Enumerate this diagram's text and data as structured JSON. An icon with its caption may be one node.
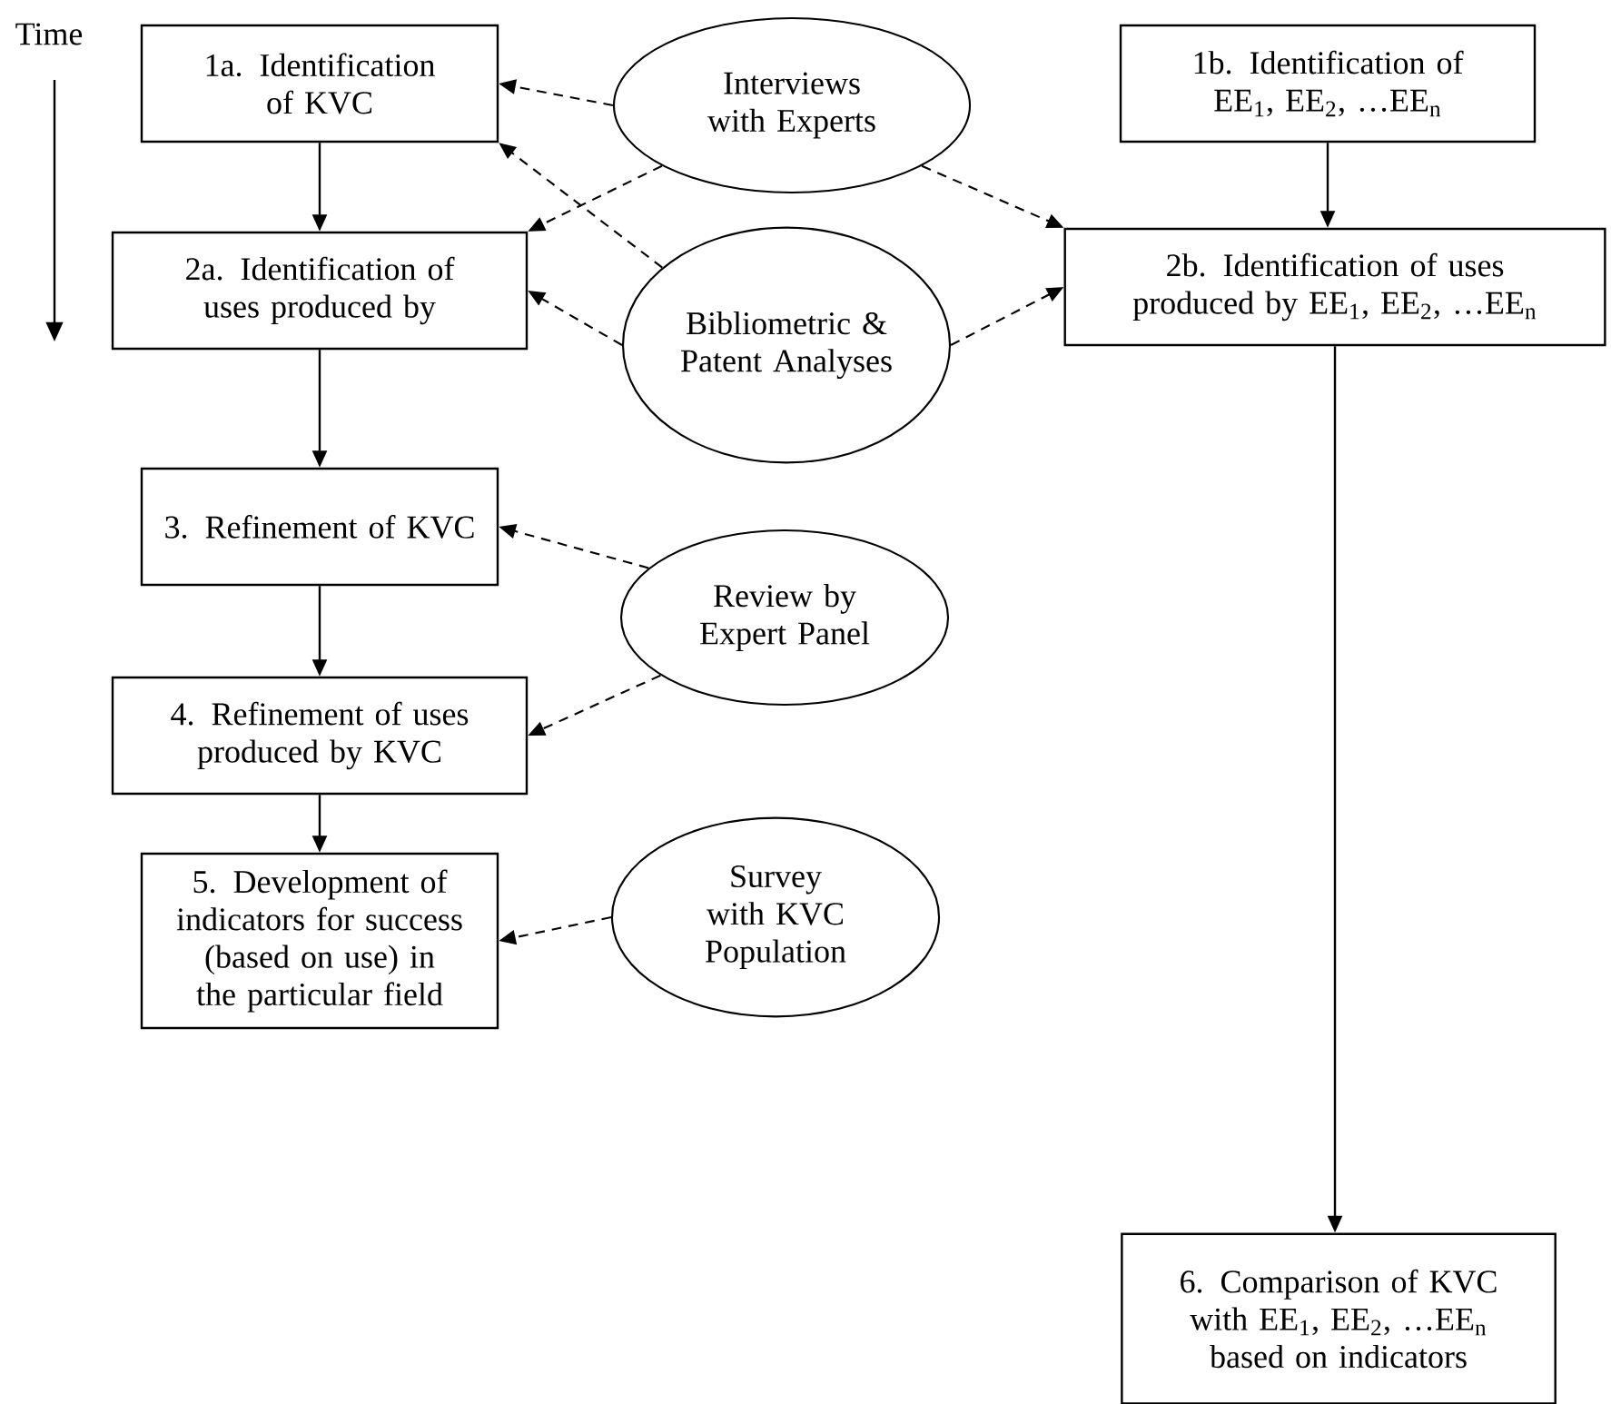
{
  "diagram": {
    "nodes": [
      {
        "text": [
          "1a. Identification of KVC"
        ]
      },
      {
        "text": [
          "2a. Identification of uses produced by"
        ]
      },
      {
        "text": [
          "Interviews with Experts"
        ]
      },
      {
        "text": [
          "Bibliometric & Patent Analyses"
        ]
      },
      {
        "text": [
          "1b. Identification of EE$_{1}$, EE$_{2}$, …EE$_{n}$"
        ]
      },
      {
        "text": [
          "2b. Identification of uses produced by EE$_{1}$, EE$_{2}$, …EE$_{n}$"
        ]
      },
      {
        "text": [
          "3. Refinement of KVC"
        ]
      },
      {
        "text": [
          "Review by Expert Panel"
        ]
      },
      {
        "text": [
          "4. Refinement of uses produced by KVC"
        ]
      },
      {
        "text": [
          "5. Development of indicators for success (based on use) in the particular field"
        ]
      },
      {
        "text": [
          "Survey with KVC Population"
        ]
      },
      {
        "text": [
          "6. Comparison of KVC with EE$_{1}$, EE$_{2}$, …EE$_{n}$ based on indicators"
        ]
      }
    ],
    "edges": [
      {
        "from": 0,
        "to": 1,
        "arrow": "to"
      },
      {
        "from": 2,
        "to": 0,
        "arrow": "to",
        "style": "dashed"
      },
      {
        "from": 2,
        "to": 1,
        "arrow": "to",
        "style": "dashed"
      },
      {
        "from": 2,
        "to": 5,
        "arrow": "to",
        "style": "dashed"
      },
      {
        "from": 3,
        "to": 0,
        "arrow": "to",
        "style": "dashed"
      },
      {
        "from": 3,
        "to": 1,
        "arrow": "to",
        "style": "dashed"
      },
      {
        "from": 3,
        "to": 5,
        "arrow": "to",
        "style": "dashed"
      },
      {
        "from": 4,
        "to": 5,
        "arrow": "to"
      },
      {
        "from": 1,
        "to": 6,
        "arrow": "to"
      },
      {
        "from": 7,
        "to": 6,
        "arrow": "to",
        "style": "dashed"
      },
      {
        "from": 7,
        "to": 8,
        "arrow": "to",
        "style": "dashed"
      },
      {
        "from": 6,
        "to": 8,
        "arrow": "to"
      },
      {
        "from": 8,
        "to": 9,
        "arrow": "to"
      },
      {
        "from": 10,
        "to": 9,
        "arrow": "to",
        "style": "dashed"
      },
      {
        "from": 5,
        "to": 11,
        "arrow": "to"
      }
    ],
    "labels": [
      "Time"
    ]
  }
}
